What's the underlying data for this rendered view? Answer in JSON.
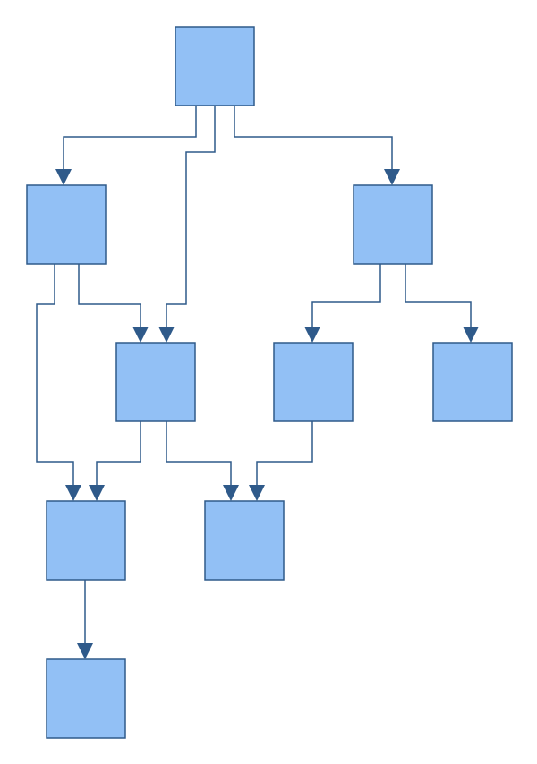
{
  "colors": {
    "node_fill": "#92c0f5",
    "node_stroke": "#2f5a8a",
    "edge": "#2f5a8a",
    "background": "#ffffff"
  },
  "nodes": [
    {
      "id": "n1"
    },
    {
      "id": "n2"
    },
    {
      "id": "n3"
    },
    {
      "id": "n4"
    },
    {
      "id": "n5"
    },
    {
      "id": "n6"
    },
    {
      "id": "n7"
    },
    {
      "id": "n8"
    },
    {
      "id": "n9"
    }
  ],
  "edges": [
    {
      "from": "n1",
      "to": "n2"
    },
    {
      "from": "n1",
      "to": "n4"
    },
    {
      "from": "n1",
      "to": "n3"
    },
    {
      "from": "n2",
      "to": "n7"
    },
    {
      "from": "n2",
      "to": "n4"
    },
    {
      "from": "n3",
      "to": "n5"
    },
    {
      "from": "n3",
      "to": "n6"
    },
    {
      "from": "n4",
      "to": "n7"
    },
    {
      "from": "n4",
      "to": "n8"
    },
    {
      "from": "n5",
      "to": "n8"
    },
    {
      "from": "n7",
      "to": "n9"
    }
  ]
}
